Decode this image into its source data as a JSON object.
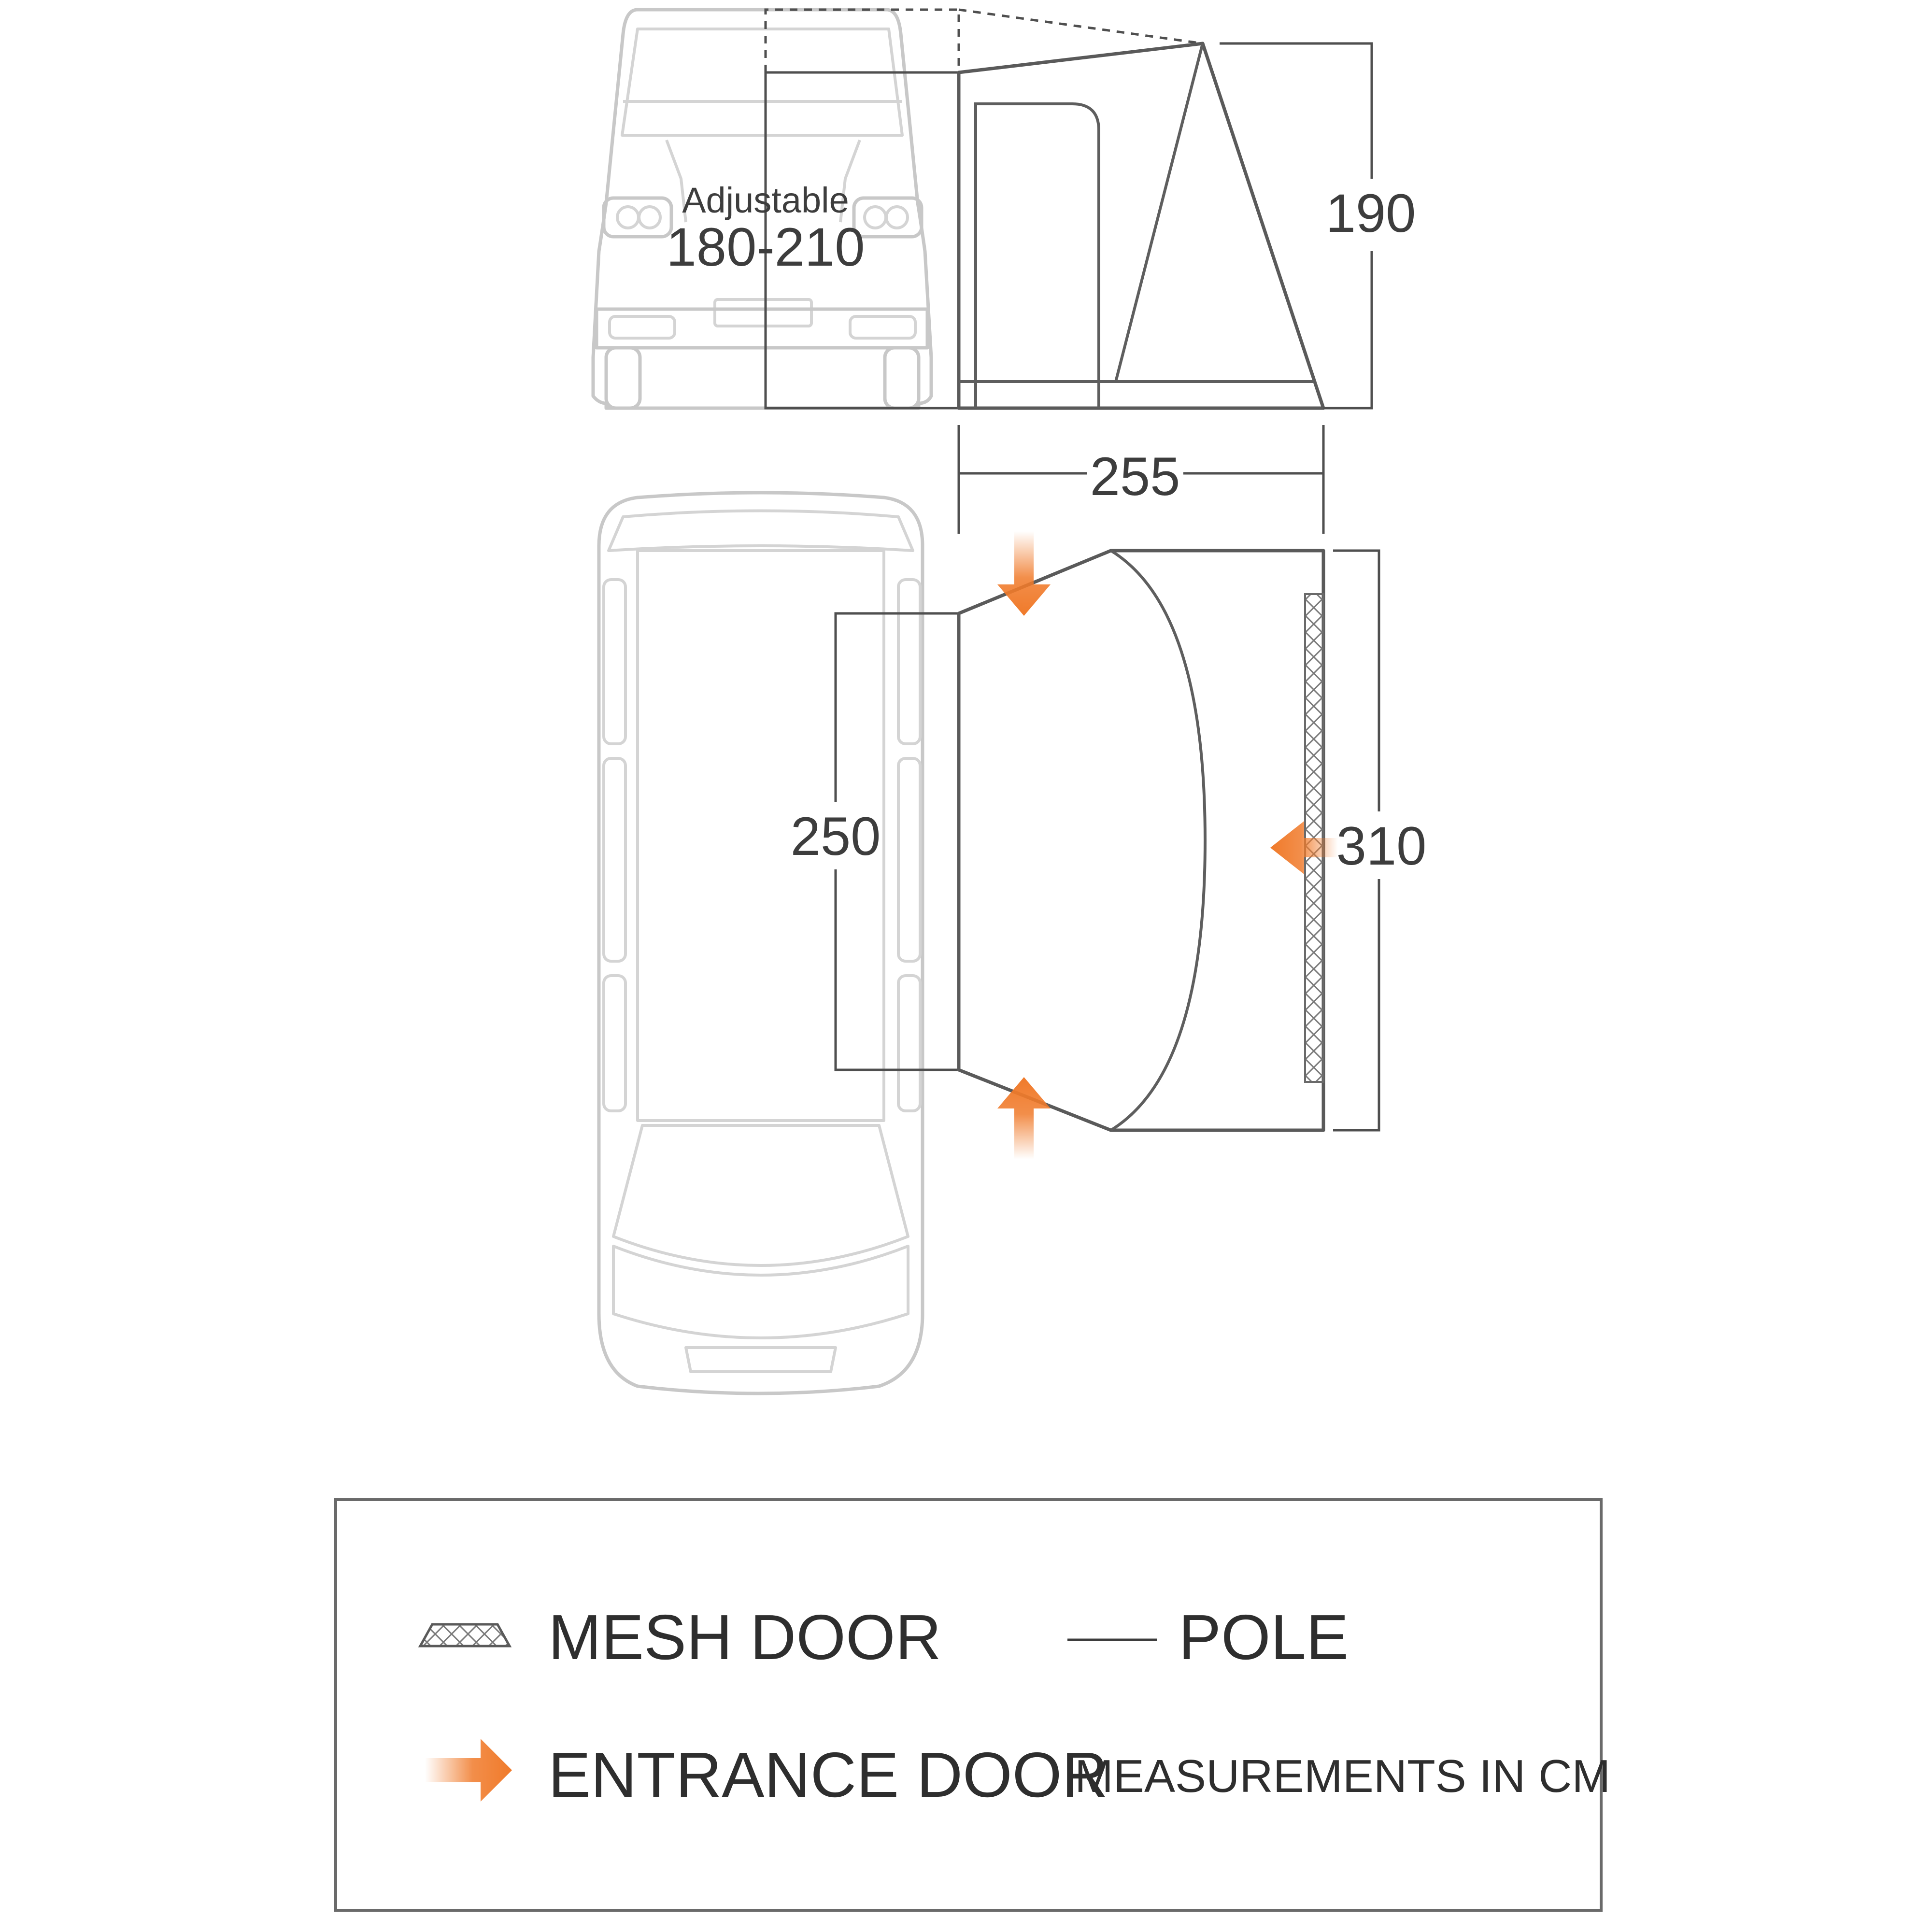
{
  "side_view": {
    "adjustable_label": "Adjustable",
    "adjustable_range": "180-210",
    "height": "190",
    "width": "255"
  },
  "floor_plan": {
    "depth_inner": "250",
    "depth_outer": "310"
  },
  "legend": {
    "mesh_door_label": "MESH DOOR",
    "pole_label": "POLE",
    "entrance_door_label": "ENTRANCE DOOR",
    "units_note": "MEASUREMENTS IN CM"
  },
  "colors": {
    "entrance_arrow": "#f07a2a",
    "vehicle_outline": "#c8c8c8",
    "tent_outline": "#5a5a5a",
    "text": "#3d3d3d"
  }
}
